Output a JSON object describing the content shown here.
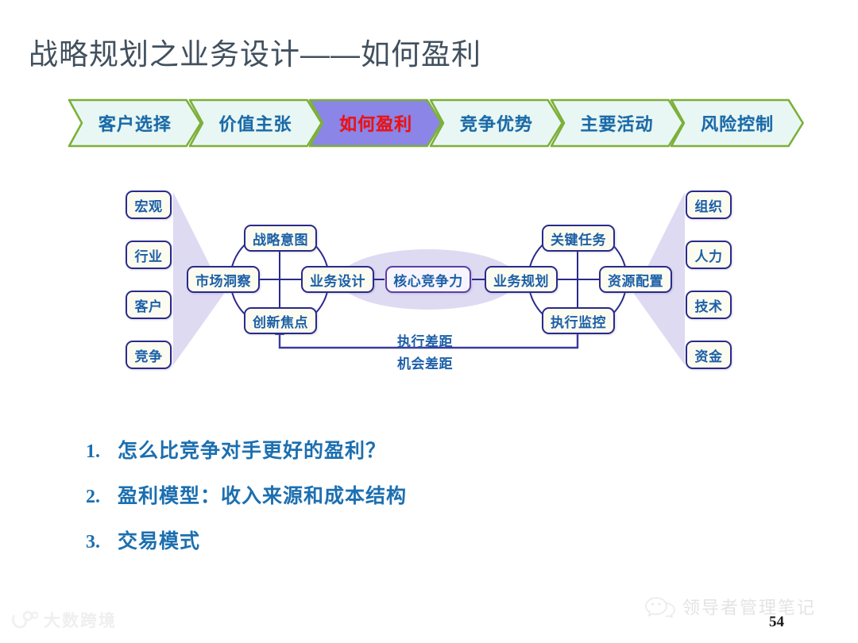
{
  "slide": {
    "title": "战略规划之业务设计——如何盈利",
    "page_number": "54",
    "title_color": "#41505e"
  },
  "chevron_banner": {
    "inactive_fill": "#e9f7f4",
    "inactive_border": "#7cb03a",
    "inactive_text_color": "#1a6aa8",
    "active_fill": "#8b85e8",
    "active_text_color": "#ee1111",
    "steps": [
      {
        "label": "客户选择",
        "active": false
      },
      {
        "label": "价值主张",
        "active": false
      },
      {
        "label": "如何盈利",
        "active": true
      },
      {
        "label": "竞争优势",
        "active": false
      },
      {
        "label": "主要活动",
        "active": false
      },
      {
        "label": "风险控制",
        "active": false
      }
    ]
  },
  "diagram": {
    "box_fill": "#fbfbf0",
    "box_border": "#2a2a8c",
    "box_text_color": "#1c5fa8",
    "core_border": "#5b3fa8",
    "funnel_fill": "#d8d4f0",
    "left_inputs": [
      {
        "label": "宏观"
      },
      {
        "label": "行业"
      },
      {
        "label": "客户"
      },
      {
        "label": "竞争"
      }
    ],
    "right_outputs": [
      {
        "label": "组织"
      },
      {
        "label": "人力"
      },
      {
        "label": "技术"
      },
      {
        "label": "资金"
      }
    ],
    "left_cluster": {
      "top": "战略意图",
      "left": "市场洞察",
      "right": "业务设计",
      "bottom": "创新焦点"
    },
    "center_node": "核心竞争力",
    "right_cluster": {
      "top": "关键任务",
      "left": "业务规划",
      "right": "资源配置",
      "bottom": "执行监控"
    },
    "feedback": {
      "upper_label": "执行差距",
      "lower_label": "机会差距"
    }
  },
  "bullets": [
    {
      "number": "1.",
      "text": "怎么比竞争对手更好的盈利？"
    },
    {
      "number": "2.",
      "text": "盈利模型：收入来源和成本结构"
    },
    {
      "number": "3.",
      "text": "交易模式"
    }
  ],
  "watermarks": {
    "bottom_left": "大数跨境",
    "bottom_right": "领导者管理笔记"
  }
}
